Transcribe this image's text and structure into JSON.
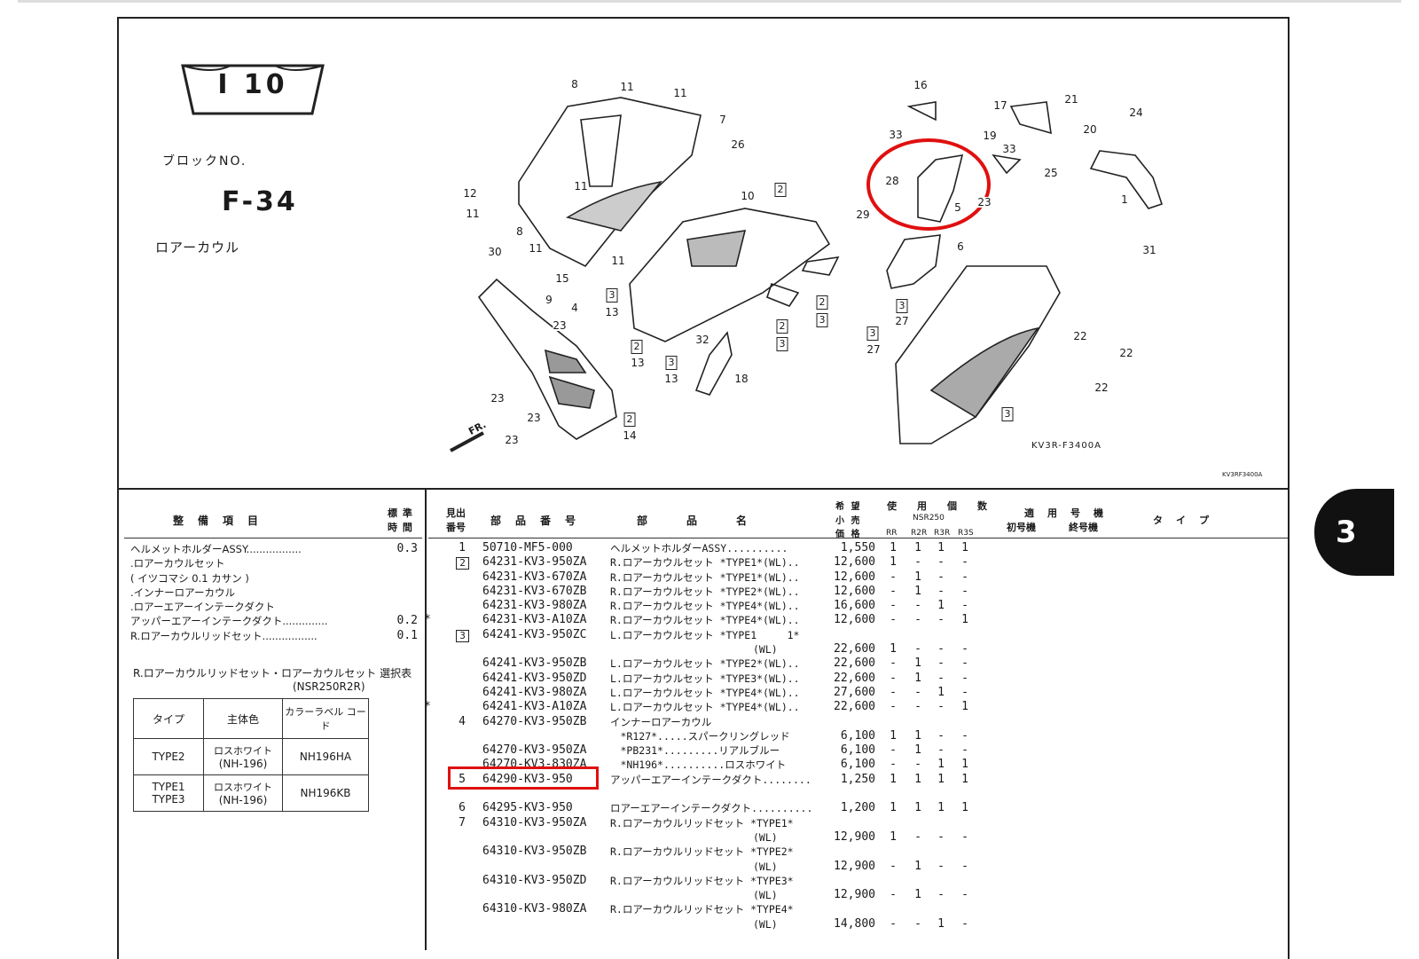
{
  "header": {
    "block_badge": "I 10",
    "block_no_label": "ブロックNO.",
    "block_no": "F-34",
    "section_title": "ロアーカウル",
    "page_tab": "3"
  },
  "diagram": {
    "code_main": "KV3R-F3400A",
    "code_small": "KV3RF3400A",
    "front_label": "FR.",
    "callouts": [
      "8",
      "11",
      "11",
      "7",
      "26",
      "12",
      "11",
      "11",
      "10",
      "2",
      "8",
      "11",
      "11",
      "30",
      "15",
      "9",
      "4",
      "3",
      "13",
      "23",
      "2",
      "3",
      "2",
      "3",
      "2",
      "32",
      "13",
      "3",
      "13",
      "18",
      "2",
      "14",
      "23",
      "23",
      "23",
      "16",
      "17",
      "21",
      "24",
      "33",
      "19",
      "33",
      "20",
      "25",
      "28",
      "5",
      "23",
      "1",
      "29",
      "6",
      "31",
      "3",
      "27",
      "3",
      "27",
      "22",
      "22",
      "22",
      "3"
    ]
  },
  "labor": {
    "header": {
      "item": "整　備　項　目",
      "time_1": "標 準",
      "time_2": "時 間"
    },
    "rows": [
      {
        "item": "ヘルメットホルダーASSY.................",
        "time": "0.3"
      },
      {
        "item": ".ロアーカウルセット",
        "time": ""
      },
      {
        "item": "( イツコマシ 0.1 カサン )",
        "time": ""
      },
      {
        "item": ".インナーロアーカウル",
        "time": ""
      },
      {
        "item": ".ロアーエアーインテークダクト",
        "time": ""
      },
      {
        "item": "アッパーエアーインテークダクト..............",
        "time": "0.2"
      },
      {
        "item": "R.ロアーカウルリッドセット.................",
        "time": "0.1"
      }
    ],
    "selection_title": "R.ロアーカウルリッドセット・ロアーカウルセット 選択表",
    "selection_model": "(NSR250R2R)",
    "selection_table": {
      "headers": [
        "タイプ",
        "主体色",
        "カラーラベル コード"
      ],
      "rows": [
        {
          "type": "TYPE2",
          "color": "ロスホワイト",
          "color_code": "(NH-196)",
          "label": "NH196HA"
        },
        {
          "type": "TYPE1 TYPE3",
          "color": "ロスホワイト",
          "color_code": "(NH-196)",
          "label": "NH196KB"
        }
      ]
    }
  },
  "parts": {
    "header": {
      "ref_1": "見出",
      "ref_2": "番号",
      "part_no": "部　品　番　号",
      "name": "部　　　品　　　名",
      "price_1": "希 望",
      "price_2": "小 売",
      "price_3": "価 格",
      "qty": "使　用　個　数",
      "model": "NSR250",
      "qty_cols": [
        "RR",
        "R2R",
        "R3R",
        "R3S"
      ],
      "applic": "適　用　号　機",
      "applic_first": "初号機",
      "applic_last": "終号機",
      "type": "タ　イ　プ"
    },
    "rows": [
      {
        "star": "",
        "ref": "1",
        "boxed": false,
        "part": "50710-MF5-000",
        "name": "ヘルメットホルダーASSY..........",
        "price": "1,550",
        "q": [
          "1",
          "1",
          "1",
          "1"
        ]
      },
      {
        "star": "",
        "ref": "2",
        "boxed": true,
        "part": "64231-KV3-950ZA",
        "name": "R.ロアーカウルセット *TYPE1*(WL)..",
        "price": "12,600",
        "q": [
          "1",
          "-",
          "-",
          "-"
        ]
      },
      {
        "star": "",
        "ref": "",
        "boxed": false,
        "part": "64231-KV3-670ZA",
        "name": "R.ロアーカウルセット *TYPE1*(WL)..",
        "price": "12,600",
        "q": [
          "-",
          "1",
          "-",
          "-"
        ]
      },
      {
        "star": "",
        "ref": "",
        "boxed": false,
        "part": "64231-KV3-670ZB",
        "name": "R.ロアーカウルセット *TYPE2*(WL)..",
        "price": "12,600",
        "q": [
          "-",
          "1",
          "-",
          "-"
        ]
      },
      {
        "star": "",
        "ref": "",
        "boxed": false,
        "part": "64231-KV3-980ZA",
        "name": "R.ロアーカウルセット *TYPE4*(WL)..",
        "price": "16,600",
        "q": [
          "-",
          "-",
          "1",
          "-"
        ]
      },
      {
        "star": "*",
        "ref": "",
        "boxed": false,
        "part": "64231-KV3-A10ZA",
        "name": "R.ロアーカウルセット *TYPE4*(WL)..",
        "price": "12,600",
        "q": [
          "-",
          "-",
          "-",
          "1"
        ]
      },
      {
        "star": "",
        "ref": "3",
        "boxed": true,
        "part": "64241-KV3-950ZC",
        "name": "L.ロアーカウルセット *TYPE1　　　1*",
        "price": "",
        "q": [
          "",
          "",
          "",
          ""
        ]
      },
      {
        "star": "",
        "ref": "",
        "boxed": false,
        "part": "",
        "name": "　　　　　　　　　　　　　　(WL)",
        "price": "22,600",
        "q": [
          "1",
          "-",
          "-",
          "-"
        ]
      },
      {
        "star": "",
        "ref": "",
        "boxed": false,
        "part": "64241-KV3-950ZB",
        "name": "L.ロアーカウルセット *TYPE2*(WL)..",
        "price": "22,600",
        "q": [
          "-",
          "1",
          "-",
          "-"
        ]
      },
      {
        "star": "",
        "ref": "",
        "boxed": false,
        "part": "64241-KV3-950ZD",
        "name": "L.ロアーカウルセット *TYPE3*(WL)..",
        "price": "22,600",
        "q": [
          "-",
          "1",
          "-",
          "-"
        ]
      },
      {
        "star": "",
        "ref": "",
        "boxed": false,
        "part": "64241-KV3-980ZA",
        "name": "L.ロアーカウルセット *TYPE4*(WL)..",
        "price": "27,600",
        "q": [
          "-",
          "-",
          "1",
          "-"
        ]
      },
      {
        "star": "*",
        "ref": "",
        "boxed": false,
        "part": "64241-KV3-A10ZA",
        "name": "L.ロアーカウルセット *TYPE4*(WL)..",
        "price": "22,600",
        "q": [
          "-",
          "-",
          "-",
          "1"
        ]
      },
      {
        "star": "",
        "ref": "4",
        "boxed": false,
        "part": "64270-KV3-950ZB",
        "name": "インナーロアーカウル",
        "price": "",
        "q": [
          "",
          "",
          "",
          ""
        ]
      },
      {
        "star": "",
        "ref": "",
        "boxed": false,
        "part": "",
        "name": "　*R127*.....スパークリングレッド",
        "price": "6,100",
        "q": [
          "1",
          "1",
          "-",
          "-"
        ]
      },
      {
        "star": "",
        "ref": "",
        "boxed": false,
        "part": "64270-KV3-950ZA",
        "name": "　*PB231*.........リアルブルー",
        "price": "6,100",
        "q": [
          "-",
          "1",
          "-",
          "-"
        ]
      },
      {
        "star": "",
        "ref": "",
        "boxed": false,
        "part": "64270-KV3-830ZA",
        "name": "　*NH196*..........ロスホワイト",
        "price": "6,100",
        "q": [
          "-",
          "-",
          "1",
          "1"
        ]
      },
      {
        "star": "",
        "ref": "5",
        "boxed": false,
        "part": "64290-KV3-950",
        "name": "アッパーエアーインテークダクト........",
        "price": "1,250",
        "q": [
          "1",
          "1",
          "1",
          "1"
        ]
      },
      {
        "star": "",
        "ref": "",
        "boxed": false,
        "part": "",
        "name": "",
        "price": "",
        "q": [
          "",
          "",
          "",
          ""
        ]
      },
      {
        "star": "",
        "ref": "6",
        "boxed": false,
        "part": "64295-KV3-950",
        "name": "ロアーエアーインテークダクト..........",
        "price": "1,200",
        "q": [
          "1",
          "1",
          "1",
          "1"
        ]
      },
      {
        "star": "",
        "ref": "7",
        "boxed": false,
        "part": "64310-KV3-950ZA",
        "name": "R.ロアーカウルリッドセット *TYPE1*",
        "price": "",
        "q": [
          "",
          "",
          "",
          ""
        ]
      },
      {
        "star": "",
        "ref": "",
        "boxed": false,
        "part": "",
        "name": "　　　　　　　　　　　　　　(WL)",
        "price": "12,900",
        "q": [
          "1",
          "-",
          "-",
          "-"
        ]
      },
      {
        "star": "",
        "ref": "",
        "boxed": false,
        "part": "64310-KV3-950ZB",
        "name": "R.ロアーカウルリッドセット *TYPE2*",
        "price": "",
        "q": [
          "",
          "",
          "",
          ""
        ]
      },
      {
        "star": "",
        "ref": "",
        "boxed": false,
        "part": "",
        "name": "　　　　　　　　　　　　　　(WL)",
        "price": "12,900",
        "q": [
          "-",
          "1",
          "-",
          "-"
        ]
      },
      {
        "star": "",
        "ref": "",
        "boxed": false,
        "part": "64310-KV3-950ZD",
        "name": "R.ロアーカウルリッドセット *TYPE3*",
        "price": "",
        "q": [
          "",
          "",
          "",
          ""
        ]
      },
      {
        "star": "",
        "ref": "",
        "boxed": false,
        "part": "",
        "name": "　　　　　　　　　　　　　　(WL)",
        "price": "12,900",
        "q": [
          "-",
          "1",
          "-",
          "-"
        ]
      },
      {
        "star": "",
        "ref": "",
        "boxed": false,
        "part": "64310-KV3-980ZA",
        "name": "R.ロアーカウルリッドセット *TYPE4*",
        "price": "",
        "q": [
          "",
          "",
          "",
          ""
        ]
      },
      {
        "star": "",
        "ref": "",
        "boxed": false,
        "part": "",
        "name": "　　　　　　　　　　　　　　(WL)",
        "price": "14,800",
        "q": [
          "-",
          "-",
          "1",
          "-"
        ]
      }
    ]
  },
  "colors": {
    "highlight": "#e01010",
    "ink": "#1a1a1a"
  }
}
